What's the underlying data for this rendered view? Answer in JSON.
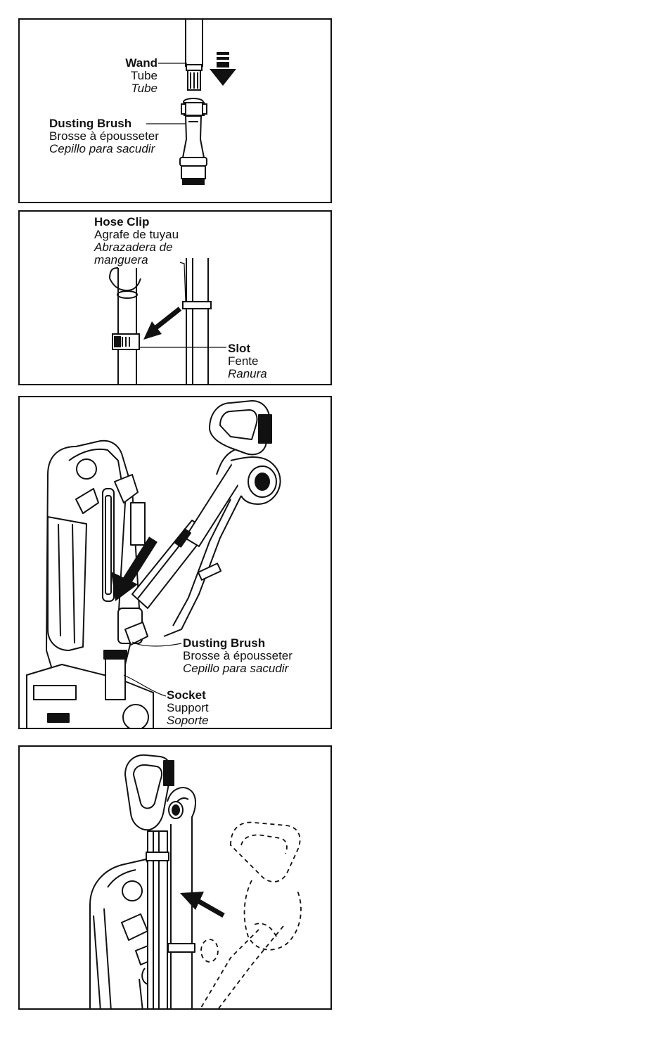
{
  "panels": [
    {
      "id": "step1",
      "labels": [
        {
          "en": "Wand",
          "fr": "Tube",
          "es": "Tube"
        },
        {
          "en": "Dusting Brush",
          "fr": "Brosse à épousseter",
          "es": "Cepillo para sacudir"
        }
      ]
    },
    {
      "id": "step2",
      "labels": [
        {
          "en": "Hose Clip",
          "fr": "Agrafe de tuyau",
          "es1": "Abrazadera de",
          "es2": "manguera"
        },
        {
          "en": "Slot",
          "fr": "Fente",
          "es": "Ranura"
        }
      ]
    },
    {
      "id": "step3",
      "labels": [
        {
          "en": "Dusting Brush",
          "fr": "Brosse à épousseter",
          "es": "Cepillo para sacudir"
        },
        {
          "en": "Socket",
          "fr": "Support",
          "es": "Soporte"
        }
      ]
    },
    {
      "id": "step4",
      "labels": []
    }
  ]
}
